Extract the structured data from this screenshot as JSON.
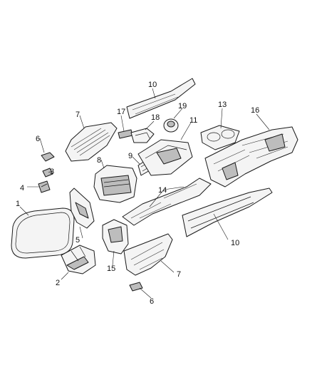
{
  "callouts": {
    "c1": "1",
    "c2": "2",
    "c3": "3",
    "c4": "4",
    "c5": "5",
    "c6a": "6",
    "c6b": "6",
    "c7a": "7",
    "c7b": "7",
    "c8": "8",
    "c9": "9",
    "c10a": "10",
    "c10b": "10",
    "c11": "11",
    "c13": "13",
    "c14": "14",
    "c15": "15",
    "c16": "16",
    "c17": "17",
    "c18": "18",
    "c19": "19"
  }
}
